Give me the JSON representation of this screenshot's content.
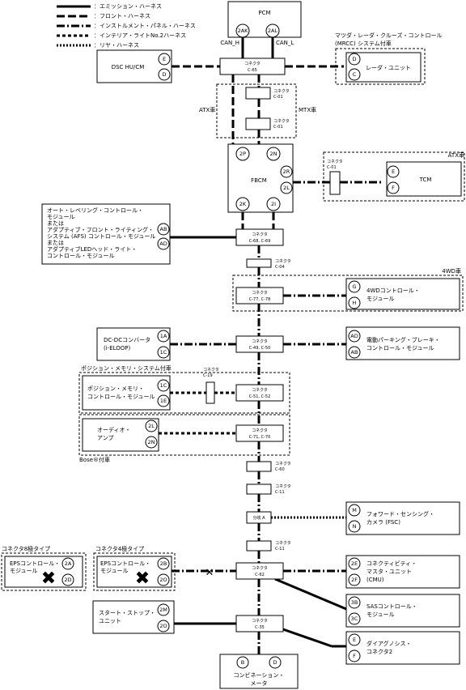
{
  "legend": [
    {
      "label": "：エミッション・ハーネス",
      "style": "w1"
    },
    {
      "label": "：フロント・ハーネス",
      "style": "w2"
    },
    {
      "label": "：インストルメント・パネル・ハーネス",
      "style": "w3"
    },
    {
      "label": "：インテリア・ライトNo.2ハーネス",
      "style": "w4"
    },
    {
      "label": "：リヤ・ハーネス",
      "style": "w5"
    }
  ],
  "modules": {
    "pcm": "PCM",
    "can_h": "CAN_H",
    "can_l": "CAN_L",
    "dsc": "DSC HU/CM",
    "radar_title": [
      "マツダ・レーダ・クルーズ・コントロール",
      "(MRCC) システム付車"
    ],
    "radar": "レーダ・ユニット",
    "fbcm": "FBCM",
    "atx_left": "ATX車",
    "mtx": "MTX車",
    "atx_right": "ATX車",
    "tcm": "TCM",
    "leveling": [
      "オート・レベリング・コントロール・",
      "モジュール",
      "または",
      "アダプティブ・フロント・ライティング・",
      "システム (AFS) コントロール・モジュール",
      "または",
      "アダプティブLEDヘッド・ライト・",
      "コントロール・モジュール"
    ],
    "fourwd_title": "4WD車",
    "fourwd": [
      "4WDコントロール・",
      "モジュール"
    ],
    "dcdc": [
      "DC-DCコンバータ",
      "(i-ELOOP)"
    ],
    "epb": [
      "電動パーキング・ブレーキ・",
      "コントロール・モジュール"
    ],
    "posmem_title": "ポジション・メモリ・システム付車",
    "posmem": [
      "ポジション・メモリ・",
      "コントロール・モジュール"
    ],
    "audio": [
      "オーディオ・",
      "アンプ"
    ],
    "bose": "Bose®付車",
    "split_a": "分岐 A",
    "fsc": [
      "フォワード・センシング・",
      "カメラ (FSC)"
    ],
    "eps8_title": "コネクタ8極タイプ",
    "eps4_title": "コネクタ4極タイプ",
    "eps": [
      "EPSコントロール・",
      "モジュール"
    ],
    "cmu": [
      "コネクティビティ・",
      "マスタ・ユニット",
      "(CMU)"
    ],
    "sas": [
      "SASコントロール・",
      "モジュール"
    ],
    "startstop": [
      "スタート・ストップ・",
      "ユニット"
    ],
    "diag": [
      "ダイアグノシス・",
      "コネクタ2"
    ],
    "combi": [
      "コンビネーション・",
      "メータ"
    ]
  },
  "connectors": {
    "cap": "コネクタ",
    "c65": "C-65",
    "c01": "C-01",
    "c68": "C-68, C-69",
    "c04": "C-04",
    "c77": "C-77, C-78",
    "c49": "C-49, C-50",
    "c19": "C-19",
    "c51": "C-51, C-52",
    "c71": "C-71, C-70",
    "c60": "C-60",
    "c11": "C-11",
    "c62": "C-62",
    "c35": "C-35"
  },
  "pins": {
    "p2AK": "2AK",
    "p2AL": "2AL",
    "pE": "E",
    "pD": "D",
    "pC": "C",
    "pF": "F",
    "pG": "G",
    "pH": "H",
    "pM": "M",
    "pN": "N",
    "pB": "B",
    "p2P": "2P",
    "p2N": "2N",
    "p2R": "2R",
    "p2L": "2L",
    "p2K": "2K",
    "p2I": "2I",
    "pAB": "AB",
    "pAD": "AD",
    "p1A": "1A",
    "p1C": "1C",
    "p1E": "1E",
    "p2A": "2A",
    "p2D": "2D",
    "p2B": "2B",
    "p2O": "2O",
    "p2E": "2E",
    "p2F": "2F",
    "p3B": "3B",
    "p3C": "3C",
    "p2M": "2M"
  }
}
